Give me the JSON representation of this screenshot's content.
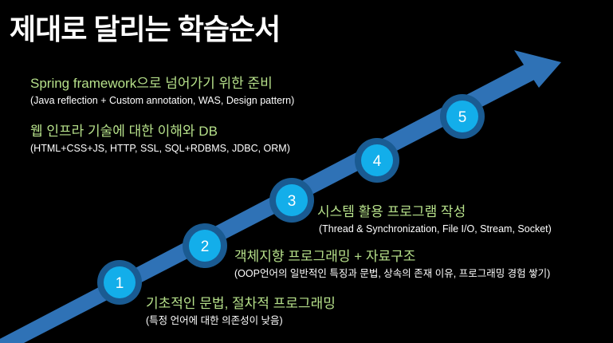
{
  "title": "제대로 달리는 학습순서",
  "colors": {
    "background": "#000000",
    "arrow": "#2f72b6",
    "circle_ring": "#1a5b92",
    "circle_fill": "#13aeea",
    "step_title": "#b6e08a",
    "step_subtitle": "#ffffff"
  },
  "steps": [
    {
      "number": "1",
      "title": "기초적인 문법, 절차적 프로그래밍",
      "subtitle": "(특정 언어에 대한 의존성이 낮음)"
    },
    {
      "number": "2",
      "title": "객체지향 프로그래밍 + 자료구조",
      "subtitle": "(OOP언어의 일반적인 특징과 문법, 상속의 존재 이유, 프로그래밍 경험 쌓기)"
    },
    {
      "number": "3",
      "title": "시스템 활용 프로그램 작성",
      "subtitle": "(Thread & Synchronization, File I/O, Stream, Socket)"
    },
    {
      "number": "4",
      "title": "웹 인프라 기술에 대한 이해와 DB",
      "subtitle": "(HTML+CSS+JS, HTTP, SSL, SQL+RDBMS, JDBC, ORM)"
    },
    {
      "number": "5",
      "title": "Spring framework으로 넘어가기 위한 준비",
      "subtitle": "(Java reflection + Custom annotation, WAS, Design pattern)"
    }
  ]
}
